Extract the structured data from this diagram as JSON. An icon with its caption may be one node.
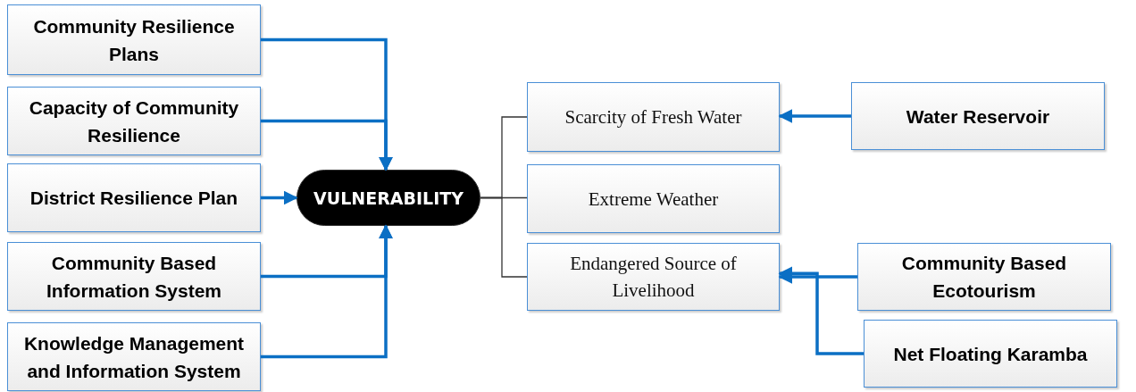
{
  "diagram": {
    "nodes": [
      {
        "text": [
          "Community Resilience Plans"
        ]
      },
      {
        "text": [
          "Capacity of Community Resilience"
        ]
      },
      {
        "text": [
          "District Resilience Plan"
        ]
      },
      {
        "text": [
          "Community Based Information System"
        ]
      },
      {
        "text": [
          "Knowledge Management and Information System"
        ]
      },
      {
        "text": [
          "VULNERABILITY"
        ]
      },
      {
        "text": [
          "Scarcity of Fresh Water"
        ]
      },
      {
        "text": [
          "Extreme Weather"
        ]
      },
      {
        "text": [
          "Endangered Source of Livelihood"
        ]
      },
      {
        "text": [
          "Water Reservoir"
        ]
      },
      {
        "text": [
          "Community Based Ecotourism"
        ]
      },
      {
        "text": [
          "Net Floating Karamba"
        ]
      }
    ],
    "edges": [
      {
        "from": 0,
        "to": 5,
        "arrow": "to"
      },
      {
        "from": 1,
        "to": 5,
        "arrow": "to"
      },
      {
        "from": 2,
        "to": 5,
        "arrow": "to"
      },
      {
        "from": 3,
        "to": 5,
        "arrow": "to"
      },
      {
        "from": 4,
        "to": 5,
        "arrow": "to"
      },
      {
        "from": 5,
        "to": 6,
        "arrow": "none",
        "color": "#333333"
      },
      {
        "from": 5,
        "to": 7,
        "arrow": "none",
        "color": "#333333"
      },
      {
        "from": 5,
        "to": 8,
        "arrow": "none",
        "color": "#333333"
      },
      {
        "from": 9,
        "to": 6,
        "arrow": "to"
      },
      {
        "from": 10,
        "to": 8,
        "arrow": "to"
      },
      {
        "from": 11,
        "to": 8,
        "arrow": "to"
      }
    ]
  }
}
